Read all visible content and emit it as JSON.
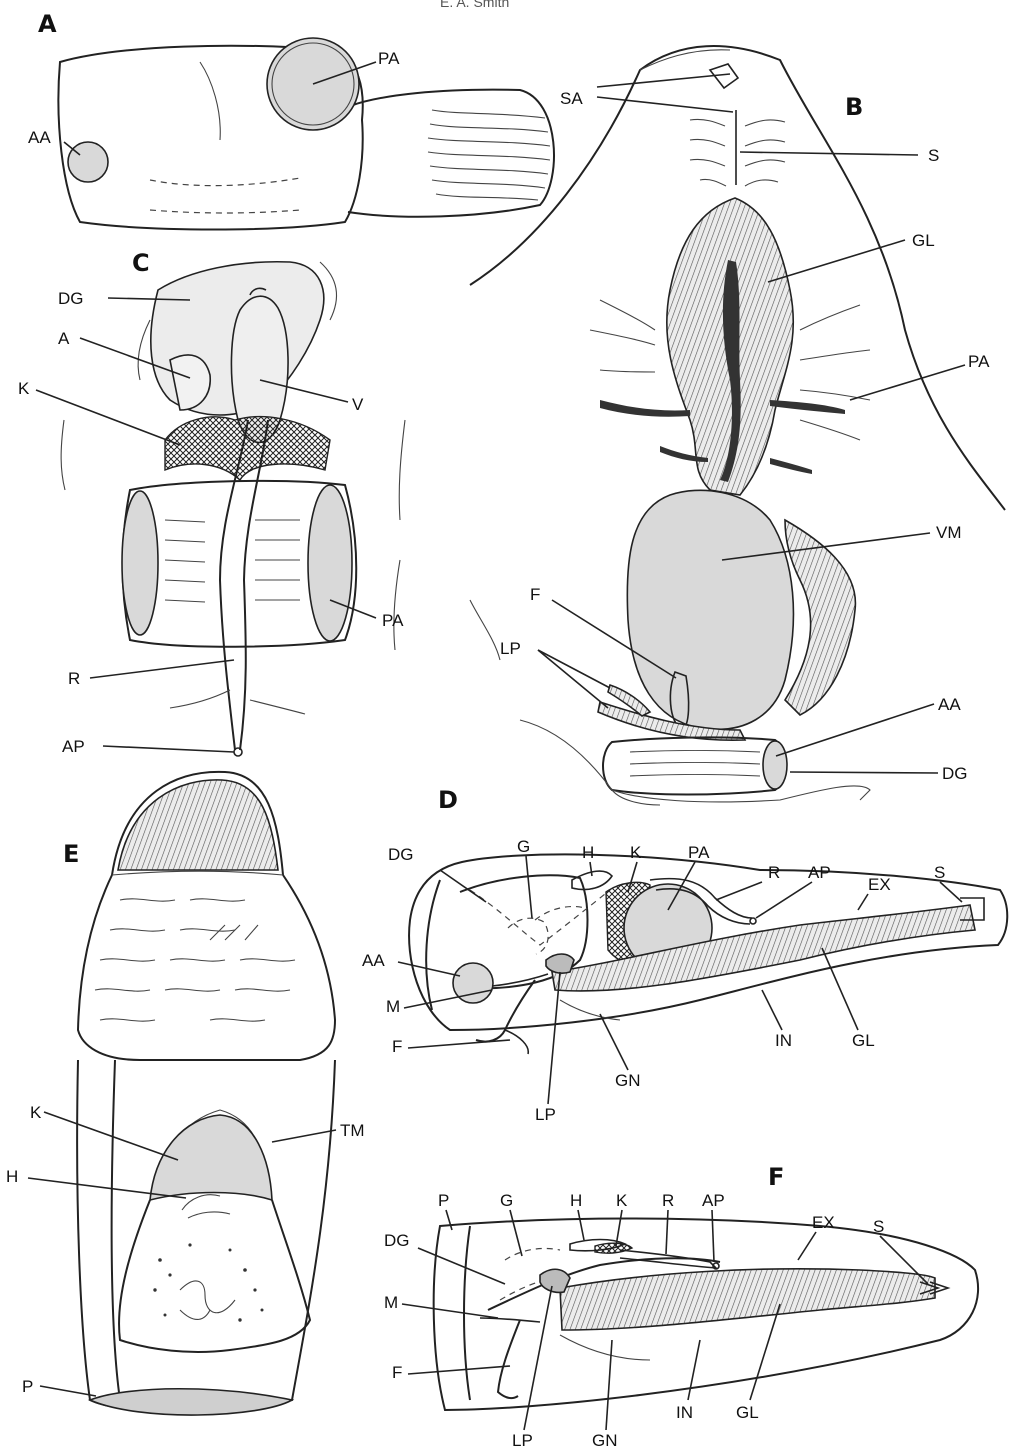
{
  "header": "E. A. Smith",
  "panels": {
    "A": {
      "letter": "A",
      "labels": {
        "PA": "PA",
        "AA": "AA"
      }
    },
    "B": {
      "letter": "B",
      "labels": {
        "SA": "SA",
        "S": "S",
        "GL": "GL",
        "PA": "PA",
        "VM": "VM",
        "F": "F",
        "LP": "LP",
        "AA": "AA",
        "DG": "DG"
      }
    },
    "C": {
      "letter": "C",
      "labels": {
        "DG": "DG",
        "A": "A",
        "K": "K",
        "V": "V",
        "PA": "PA",
        "R": "R",
        "AP": "AP"
      }
    },
    "D": {
      "letter": "D",
      "labels": {
        "DG": "DG",
        "G": "G",
        "H": "H",
        "K": "K",
        "PA": "PA",
        "R": "R",
        "AP": "AP",
        "EX": "EX",
        "S": "S",
        "AA": "AA",
        "M": "M",
        "F": "F",
        "LP": "LP",
        "GN": "GN",
        "IN": "IN",
        "GL": "GL"
      }
    },
    "E": {
      "letter": "E",
      "labels": {
        "K": "K",
        "H": "H",
        "TM": "TM",
        "P": "P"
      }
    },
    "F": {
      "letter": "F",
      "labels": {
        "P": "P",
        "G": "G",
        "H": "H",
        "K": "K",
        "R": "R",
        "AP": "AP",
        "EX": "EX",
        "S": "S",
        "DG": "DG",
        "M": "M",
        "F": "F",
        "LP": "LP",
        "GN": "GN",
        "IN": "IN",
        "GL": "GL"
      }
    }
  }
}
